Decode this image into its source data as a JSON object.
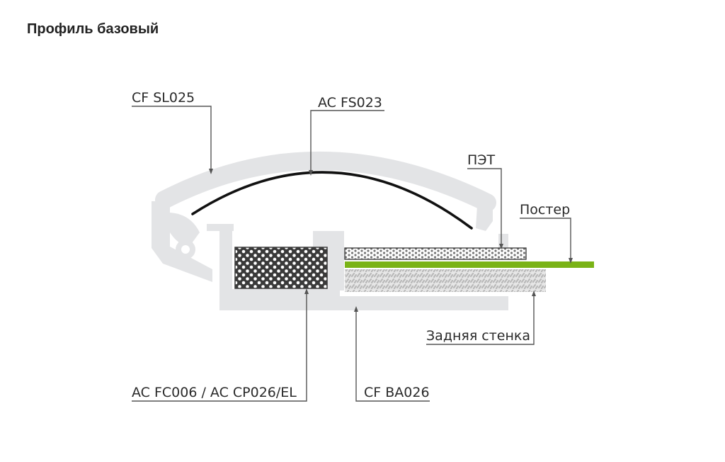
{
  "title": "Профиль базовый",
  "labels": {
    "cf_sl025": "CF SL025",
    "ac_fs023": "AC FS023",
    "pet": "ПЭТ",
    "poster": "Постер",
    "back_wall": "Задняя стенка",
    "ac_fc006": "AC FC006 / AC CP026/EL",
    "cf_ba026": "CF BA026"
  },
  "colors": {
    "profile": "#e3e4e6",
    "poster": "#7ab317",
    "foam": "#3a3a3a",
    "leader": "#555555"
  }
}
